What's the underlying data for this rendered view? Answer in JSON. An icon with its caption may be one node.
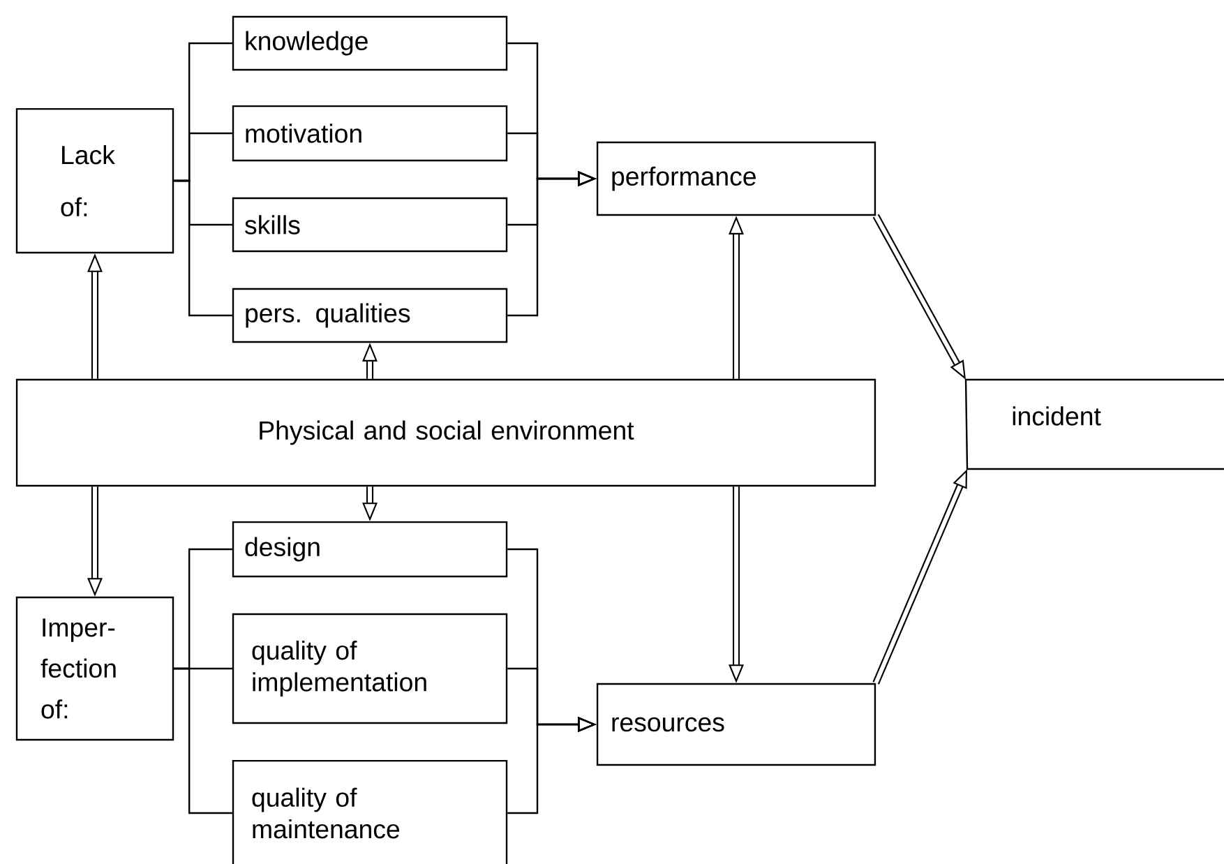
{
  "diagram": {
    "nodes": [
      {
        "text": [
          "Lack of:"
        ]
      },
      {
        "text": [
          "knowledge"
        ]
      },
      {
        "text": [
          "motivation"
        ]
      },
      {
        "text": [
          "skills"
        ]
      },
      {
        "text": [
          "pers. qualities"
        ]
      },
      {
        "text": [
          "performance"
        ]
      },
      {
        "text": [
          "Physical and social environment"
        ]
      },
      {
        "text": [
          "incident"
        ]
      },
      {
        "text": [
          "design"
        ]
      },
      {
        "text": [
          "quality of implementation"
        ]
      },
      {
        "text": [
          "quality of maintenance"
        ]
      },
      {
        "text": [
          "Imper- fection of:"
        ]
      },
      {
        "text": [
          "resources"
        ]
      }
    ],
    "edges": [
      {
        "from": 0,
        "to": 1,
        "arrow": "none"
      },
      {
        "from": 0,
        "to": 2,
        "arrow": "none"
      },
      {
        "from": 0,
        "to": 3,
        "arrow": "none"
      },
      {
        "from": 0,
        "to": 4,
        "arrow": "none"
      },
      {
        "from": 1,
        "to": 5,
        "arrow": "to"
      },
      {
        "from": 2,
        "to": 5,
        "arrow": "to"
      },
      {
        "from": 3,
        "to": 5,
        "arrow": "to"
      },
      {
        "from": 4,
        "to": 5,
        "arrow": "to"
      },
      {
        "from": 6,
        "to": 0,
        "arrow": "to",
        "style": "thick"
      },
      {
        "from": 6,
        "to": 4,
        "arrow": "to",
        "style": "thick"
      },
      {
        "from": 6,
        "to": 5,
        "arrow": "to",
        "style": "thick"
      },
      {
        "from": 6,
        "to": 11,
        "arrow": "to",
        "style": "thick"
      },
      {
        "from": 6,
        "to": 8,
        "arrow": "to",
        "style": "thick"
      },
      {
        "from": 6,
        "to": 12,
        "arrow": "to",
        "style": "thick"
      },
      {
        "from": 11,
        "to": 8,
        "arrow": "none"
      },
      {
        "from": 11,
        "to": 9,
        "arrow": "none"
      },
      {
        "from": 11,
        "to": 10,
        "arrow": "none"
      },
      {
        "from": 8,
        "to": 12,
        "arrow": "to"
      },
      {
        "from": 9,
        "to": 12,
        "arrow": "to"
      },
      {
        "from": 10,
        "to": 12,
        "arrow": "to"
      },
      {
        "from": 5,
        "to": 7,
        "arrow": "to",
        "style": "thick"
      },
      {
        "from": 12,
        "to": 7,
        "arrow": "to",
        "style": "thick"
      }
    ]
  }
}
